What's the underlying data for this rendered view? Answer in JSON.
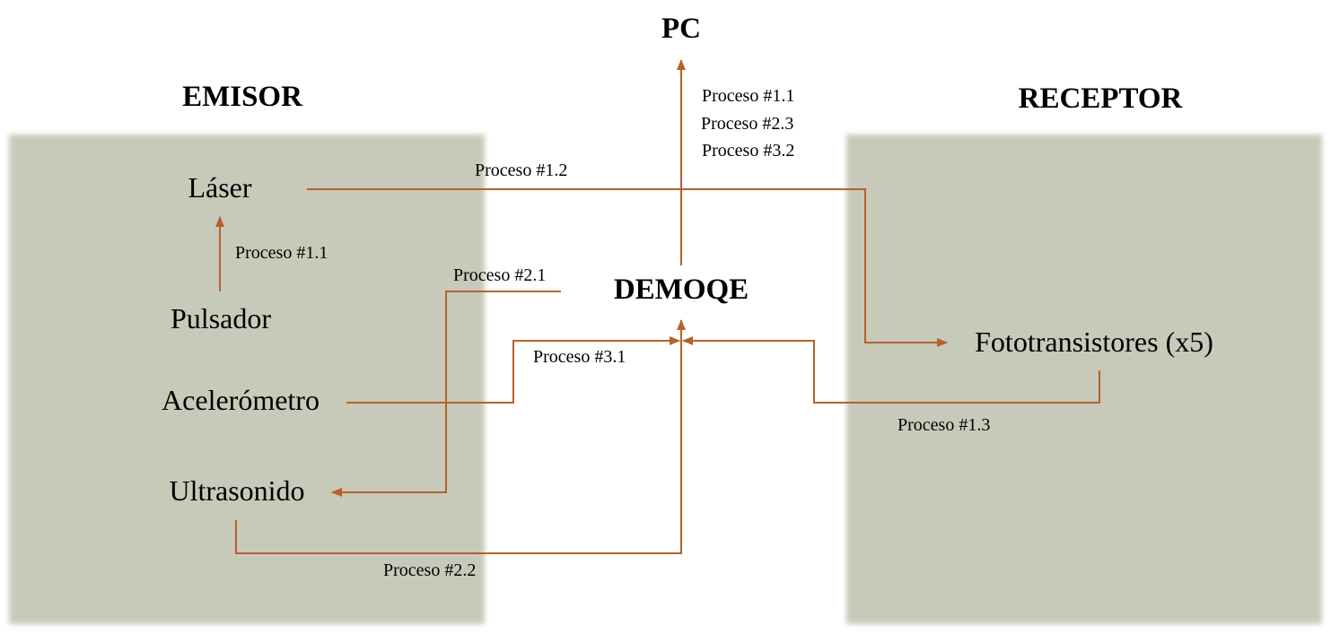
{
  "colors": {
    "panel": "#c7cab9",
    "arrow": "#b5612b",
    "text": "#000000"
  },
  "titles": {
    "pc": "PC",
    "emisor": "EMISOR",
    "receptor": "RECEPTOR",
    "demoqe": "DEMOQE"
  },
  "nodes": {
    "laser": "Láser",
    "pulsador": "Pulsador",
    "acelerometro": "Acelerómetro",
    "ultrasonido": "Ultrasonido",
    "fototransistores": "Fototransistores (x5)"
  },
  "processes": {
    "pulsador_to_laser": "Proceso #1.1",
    "laser_to_fototransistores": "Proceso #1.2",
    "fototransistores_to_demoqe": "Proceso #1.3",
    "demoqe_to_ultrasonido": "Proceso #2.1",
    "ultrasonido_to_demoqe": "Proceso #2.2",
    "acelerometro_to_demoqe": "Proceso #3.1",
    "demoqe_to_pc": [
      "Proceso #1.1",
      "Proceso #2.3",
      "Proceso #3.2"
    ]
  }
}
